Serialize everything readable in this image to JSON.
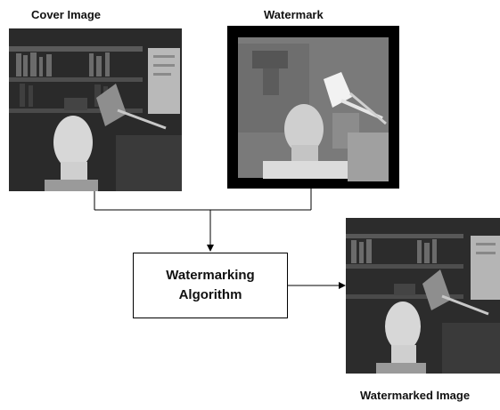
{
  "labels": {
    "cover": "Cover Image",
    "watermark": "Watermark",
    "watermarked": "Watermarked Image"
  },
  "algorithm_box": {
    "line1": "Watermarking",
    "line2": "Algorithm"
  }
}
